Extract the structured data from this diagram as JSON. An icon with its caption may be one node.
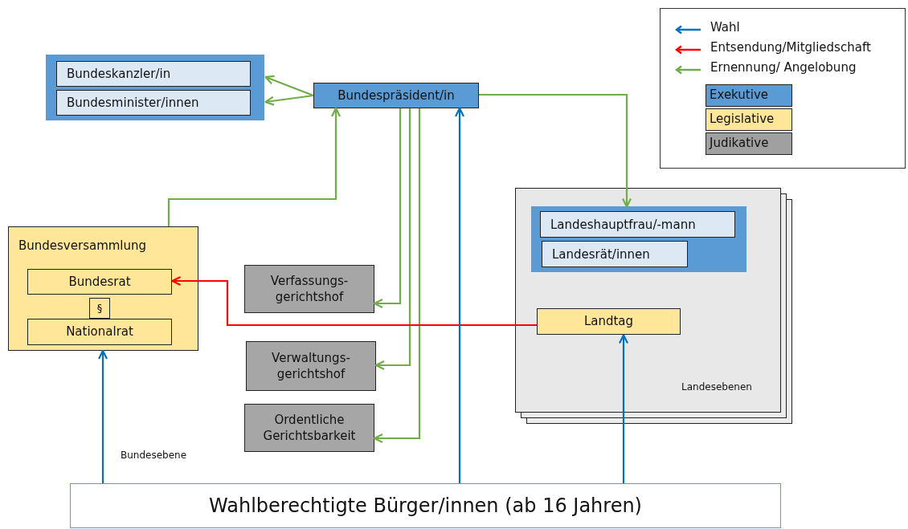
{
  "diagram": {
    "nodes": [
      {
        "text": [],
        "shape": "box"
      },
      {
        "text": [
          "Bundeskanzler/in"
        ],
        "in": 0
      },
      {
        "text": [
          "Bundesminister/innen"
        ],
        "in": 0
      },
      {
        "text": [
          "Bundespräsident/in"
        ]
      },
      {
        "text": [
          "Bundesversammlung"
        ]
      },
      {
        "text": [
          "Bundesrat"
        ],
        "in": 4
      },
      {
        "text": [
          "§"
        ],
        "in": 4
      },
      {
        "text": [
          "Nationalrat"
        ],
        "in": 4
      },
      {
        "text": [
          "Verfassungs- gerichtshof"
        ]
      },
      {
        "text": [
          "Verwaltungs- gerichtshof"
        ]
      },
      {
        "text": [
          "Ordentliche Gerichtsbarkeit"
        ]
      },
      {
        "text": [
          "Landesebenen"
        ]
      },
      {
        "text": [],
        "shape": "box",
        "in": 11
      },
      {
        "text": [
          "Landeshauptfrau/-mann"
        ],
        "in": 12
      },
      {
        "text": [
          "Landesrät/innen"
        ],
        "in": 12
      },
      {
        "text": [
          "Landtag"
        ],
        "in": 11
      },
      {
        "text": [
          "Wahlberechtigte Bürger/innen (ab 16 Jahren)"
        ]
      }
    ],
    "edges": [
      {
        "from": 3,
        "to": 1,
        "arrow": "to"
      },
      {
        "from": 3,
        "to": 2,
        "arrow": "to"
      },
      {
        "from": 4,
        "to": 3,
        "arrow": "to"
      },
      {
        "from": 3,
        "to": 12,
        "arrow": "to"
      },
      {
        "from": 3,
        "to": 8,
        "arrow": "to"
      },
      {
        "from": 3,
        "to": 9,
        "arrow": "to"
      },
      {
        "from": 3,
        "to": 10,
        "arrow": "to"
      },
      {
        "from": 15,
        "to": 5,
        "arrow": "to",
        "color": "#ff0000"
      },
      {
        "from": 16,
        "to": 4,
        "arrow": "to",
        "color": "#0070c0"
      },
      {
        "from": 16,
        "to": 3,
        "arrow": "to",
        "color": "#0070c0"
      },
      {
        "from": 16,
        "to": 15,
        "arrow": "to",
        "color": "#0070c0"
      }
    ],
    "labels": [
      "Bundesebene"
    ],
    "legend": [
      {
        "text": "Wahl"
      },
      {
        "text": "Entsendung/Mitgliedschaft"
      },
      {
        "text": "Ernennung/ Angelobung"
      },
      {
        "text": "Exekutive",
        "color": "#5b9bd5"
      },
      {
        "text": "Legislative",
        "color": "#ffe699"
      },
      {
        "text": "Judikative",
        "color": "#a0a0a0"
      }
    ]
  }
}
